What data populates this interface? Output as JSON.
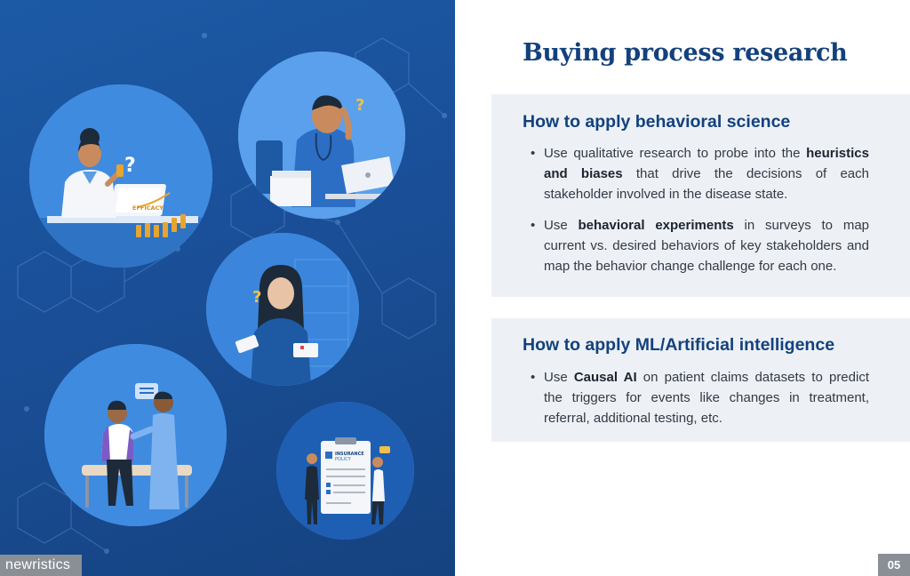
{
  "brand": {
    "logo_text": "newristics"
  },
  "page": {
    "title": "Buying process research",
    "number": "05"
  },
  "sections": [
    {
      "heading": "How to apply behavioral science",
      "bullets": [
        {
          "parts": [
            {
              "text": "Use qualitative research to probe into the ",
              "bold": false
            },
            {
              "text": "heuristics and biases",
              "bold": true
            },
            {
              "text": " that drive the decisions of each stakeholder involved in the disease state.",
              "bold": false
            }
          ]
        },
        {
          "parts": [
            {
              "text": "Use ",
              "bold": false
            },
            {
              "text": "behavioral experiments",
              "bold": true
            },
            {
              "text": " in surveys to map current vs. desired behaviors of key stakeholders and map the behavior change challenge for each one.",
              "bold": false
            }
          ]
        }
      ]
    },
    {
      "heading": "How to apply ML/Artificial intelligence",
      "bullets": [
        {
          "parts": [
            {
              "text": "Use ",
              "bold": false
            },
            {
              "text": "Causal AI",
              "bold": true
            },
            {
              "text": " on patient claims datasets to predict the triggers for events like changes in treatment, referral, additional testing, etc.",
              "bold": false
            }
          ]
        }
      ]
    }
  ],
  "illustrations": {
    "scientist_screen_text": "EFFICACY",
    "scientist_question": "?",
    "doctor_question": "?",
    "woman_question": "?",
    "policy_title_line1": "INSURANCE",
    "policy_title_line2": "POLICY"
  },
  "colors": {
    "brand_navy": "#13417d",
    "panel_blue": "#1a4f98",
    "circle_blue": "#5aa0ec",
    "card_bg": "#edf1f6"
  }
}
